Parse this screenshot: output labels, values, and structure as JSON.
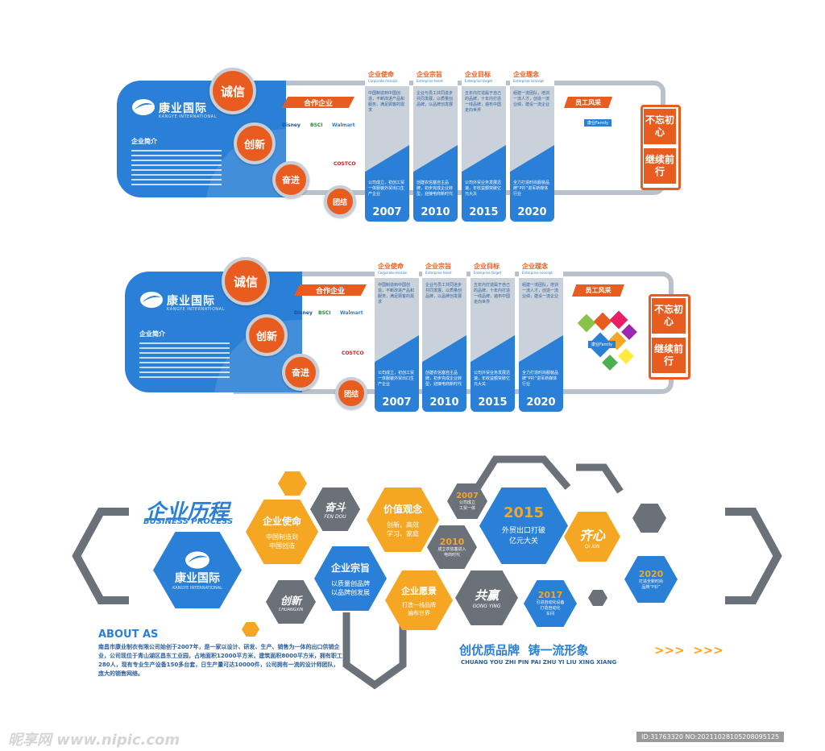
{
  "brand": {
    "name": "康业国际",
    "name_en": "KANGYE INTERNATIONAL"
  },
  "intro_title": "企业简介",
  "values": [
    "诚信",
    "创新",
    "奋进",
    "团结"
  ],
  "partners": {
    "label": "合作企业",
    "logos": [
      "Disney",
      "BSCI",
      "Walmart",
      "",
      "COSTCO"
    ]
  },
  "cards": [
    {
      "title": "企业使命",
      "sub": "Corporate mission",
      "top": "中国制造到中国创造，不断改进产品和服务，满足顾客的需求",
      "bottom": "公司成立，初创工贸一体服装外贸出口生产企业",
      "year": "2007"
    },
    {
      "title": "企业宗旨",
      "sub": "Enterprise tenet",
      "top": "企业与员工共同进步共同发展，以质量创品牌，以品牌创发展",
      "bottom": "创建农信塞自主品牌，初步完成企业转型，迎接电商新时代",
      "year": "2010"
    },
    {
      "title": "企业目标",
      "sub": "Enterprise target",
      "top": "五年内打造属于自己的品牌，十年内打造一线品牌，遍布中国走向世界",
      "bottom": "公司外贸业务发展迅速，年收益额突破亿元大关",
      "year": "2015"
    },
    {
      "title": "企业理念",
      "sub": "Enterprise concept",
      "top": "组建一流团队，培训一流人才，创造一流业绩，建设一流企业",
      "bottom": "全力打造时尚服装品牌“P衫”进军新媒体行业",
      "year": "2020"
    }
  ],
  "staff": {
    "label": "员工风采",
    "family": "康业Family"
  },
  "slogans": [
    "不忘初心",
    "继续前行"
  ],
  "process": {
    "title": "企业历程",
    "title_en": "BUSINESS PROCESS",
    "about_title": "ABOUT AS",
    "about_text": "南昌市康业制衣有限公司始创于2007年，是一家以设计、研发、生产、销售为一体的出口供销企业，公司现位于青山湖区昌东工业园，占地面积12000平方米，建筑面积8000平方米，拥有职工280人，现有专业生产设备150多台套，日生产量可达10000件，公司拥有一流的设计师团队，庞大的销售网络。",
    "hexes": [
      {
        "title": "企业使命",
        "text": "中国制造到\n中国创造"
      },
      {
        "title": "奋斗",
        "text": "FEN DOU"
      },
      {
        "title": "价值观念",
        "text": "创新、高效\n学习、家庭"
      },
      {
        "title": "2007",
        "text": "公司成立\n工贸一体"
      },
      {
        "title": "2015",
        "text": "外贸出口打破\n亿元大关"
      },
      {
        "title": "齐心",
        "text": "QI XIN"
      },
      {
        "title": "2010",
        "text": "成立农信塞进入\n电商时代"
      },
      {
        "title": "创新",
        "text": "CHUANGXIN"
      },
      {
        "title": "企业宗旨",
        "text": "以质量创品牌\n以品牌创发展"
      },
      {
        "title": "企业愿景",
        "text": "打造一线品牌\n遍布世界"
      },
      {
        "title": "共赢",
        "text": "GONG YING"
      },
      {
        "title": "2017",
        "text": "引进自动化设备\n打造自动化\n车间"
      },
      {
        "title": "2020",
        "text": "打造全新时尚\n品牌“P衫”"
      }
    ],
    "slogan": "创优质品牌  铸一流形象",
    "slogan_en": "CHUANG YOU ZHI PIN PAI ZHU YI LIU XING XIANG",
    "arrows": ">>>  >>>"
  },
  "watermark": {
    "site": "昵享网 www.nipic.com",
    "id": "ID:31763320 NO:20211028105208095125"
  },
  "colors": {
    "blue": "#2a7fd6",
    "orange": "#e85d1f",
    "amber": "#f5a623",
    "gray": "#6b7178"
  }
}
